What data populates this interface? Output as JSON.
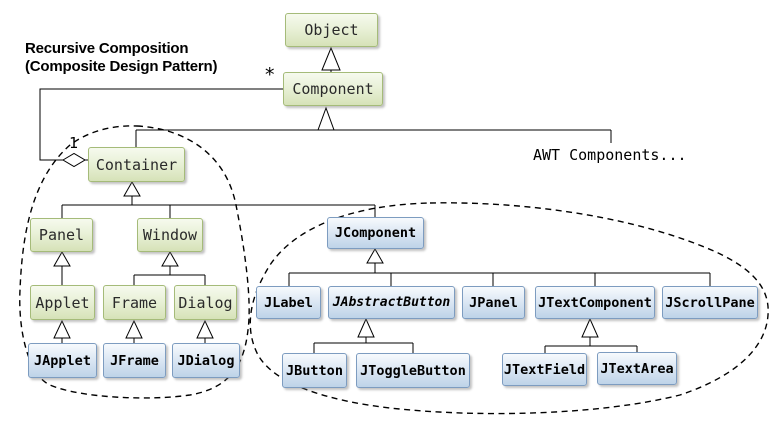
{
  "diagram": {
    "caption": {
      "line1": "Recursive Composition",
      "line2": "(Composite Design Pattern)"
    },
    "notes": {
      "awt": "AWT Components...",
      "multiplicity_component_end": "*",
      "multiplicity_container_end": "1"
    },
    "classes": {
      "object": "Object",
      "component": "Component",
      "container": "Container",
      "panel": "Panel",
      "window": "Window",
      "applet": "Applet",
      "frame": "Frame",
      "dialog": "Dialog",
      "japplet": "JApplet",
      "jframe": "JFrame",
      "jdialog": "JDialog",
      "jcomponent": "JComponent",
      "jlabel": "JLabel",
      "jabstractbutton": "JAbstractButton",
      "jpanel": "JPanel",
      "jtextcomponent": "JTextComponent",
      "jscrollpane": "JScrollPane",
      "jbutton": "JButton",
      "jtogglebutton": "JToggleButton",
      "jtextfield": "JTextField",
      "jtextarea": "JTextArea"
    },
    "colors": {
      "awt_box_border": "#a5bb79",
      "awt_box_fill_top": "#f6faee",
      "awt_box_fill_bottom": "#d6e2b8",
      "swing_box_border": "#7d9cc0",
      "swing_box_fill_top": "#f7fafd",
      "swing_box_fill_bottom": "#bed3e8",
      "connector": "#000000",
      "background": "#ffffff"
    }
  }
}
